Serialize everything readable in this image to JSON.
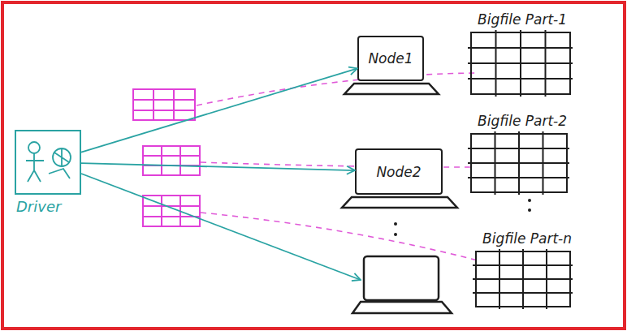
{
  "diagram": {
    "nodes": [
      {
        "text": [
          "Driver"
        ]
      },
      {
        "text": [
          "Node1"
        ]
      },
      {
        "text": [
          "Bigfile Part-1"
        ]
      },
      {
        "text": [
          "Node2"
        ]
      },
      {
        "text": [
          "Bigfile Part-2"
        ]
      },
      {
        "text": [
          "Bigfile Part-n"
        ]
      }
    ],
    "edges": [
      {
        "from": 0,
        "to": 1,
        "arrow": "to"
      },
      {
        "from": 0,
        "to": 3,
        "arrow": "to"
      }
    ]
  }
}
